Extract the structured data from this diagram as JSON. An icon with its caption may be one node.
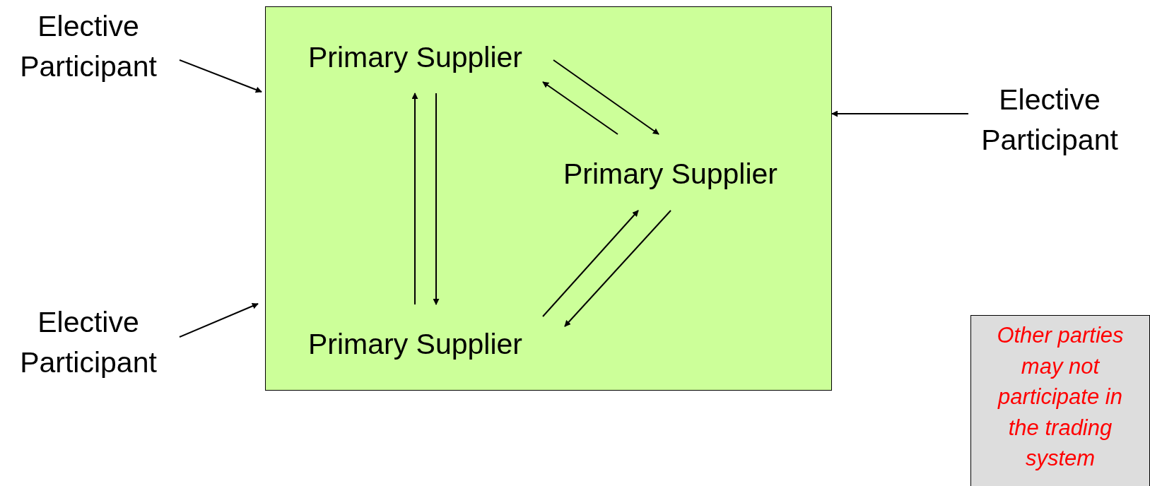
{
  "diagram": {
    "nodes": [
      {
        "text": [],
        "shape": "box"
      },
      {
        "text": [
          "Primary Supplier"
        ],
        "in": 0
      },
      {
        "text": [
          "Primary Supplier"
        ],
        "in": 0
      },
      {
        "text": [
          "Primary Supplier"
        ],
        "in": 0
      },
      {
        "text": [
          "Elective Participant"
        ]
      },
      {
        "text": [
          "Elective Participant"
        ]
      },
      {
        "text": [
          "Elective Participant"
        ]
      },
      {
        "text": [
          "Other parties may not participate in the trading system"
        ]
      }
    ],
    "edges": [
      {
        "from": 1,
        "to": 3,
        "arrow": "to"
      },
      {
        "from": 3,
        "to": 1,
        "arrow": "to"
      },
      {
        "from": 1,
        "to": 2,
        "arrow": "to"
      },
      {
        "from": 2,
        "to": 1,
        "arrow": "to"
      },
      {
        "from": 2,
        "to": 3,
        "arrow": "to"
      },
      {
        "from": 3,
        "to": 2,
        "arrow": "to"
      },
      {
        "from": 4,
        "to": 0,
        "arrow": "to"
      },
      {
        "from": 5,
        "to": 0,
        "arrow": "to"
      },
      {
        "from": 6,
        "to": 0,
        "arrow": "to"
      }
    ]
  }
}
